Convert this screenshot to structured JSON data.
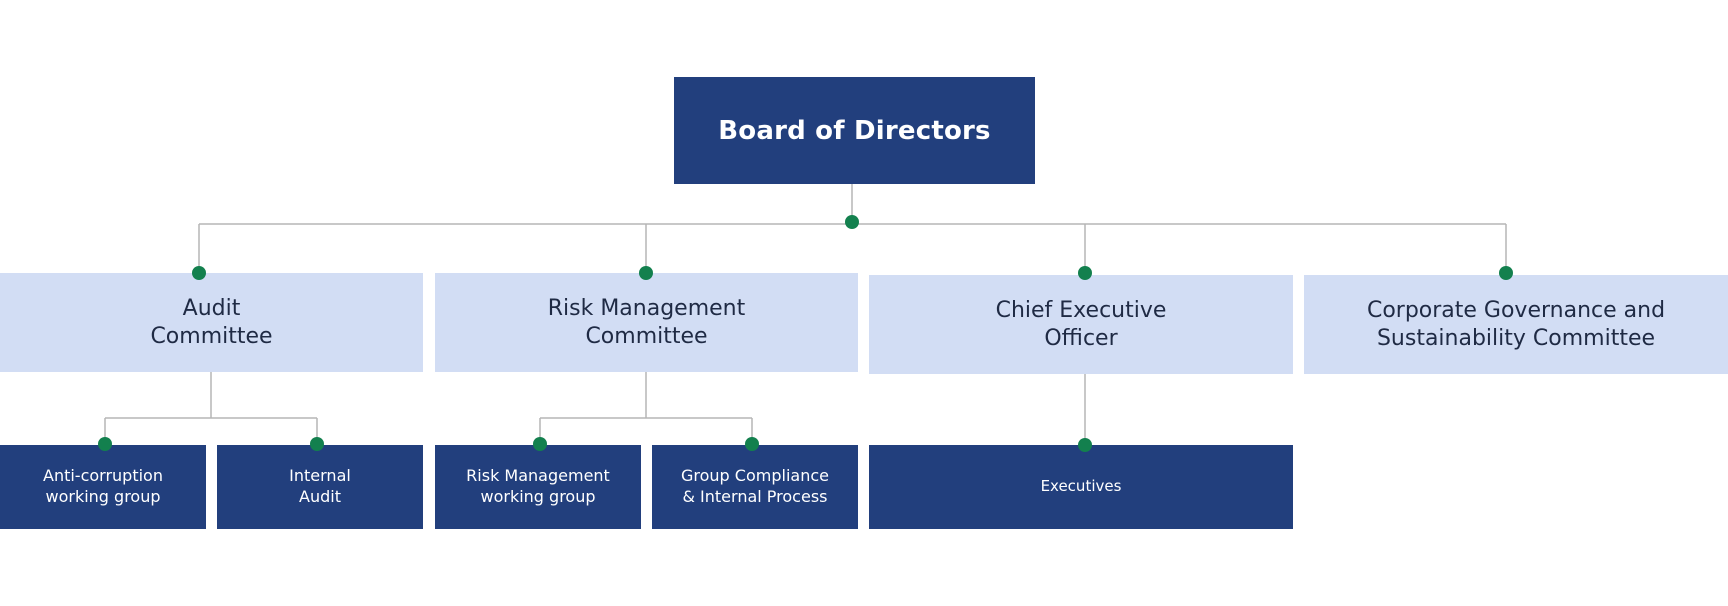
{
  "colors": {
    "dark_box": "#223f7d",
    "light_box": "#d2ddf4",
    "connector_line": "#b5b5b5",
    "connector_dot": "#13804e"
  },
  "root": {
    "label": "Board of Directors"
  },
  "committees": [
    {
      "label": "Audit\nCommittee"
    },
    {
      "label": "Risk Management\nCommittee"
    },
    {
      "label": "Chief Executive\nOfficer"
    },
    {
      "label": "Corporate Governance and\nSustainability Committee"
    }
  ],
  "groups": [
    {
      "label": "Anti-corruption\nworking group"
    },
    {
      "label": "Internal\nAudit"
    },
    {
      "label": "Risk Management\nworking group"
    },
    {
      "label": "Group Compliance\n& Internal Process"
    },
    {
      "label": "Executives"
    }
  ]
}
